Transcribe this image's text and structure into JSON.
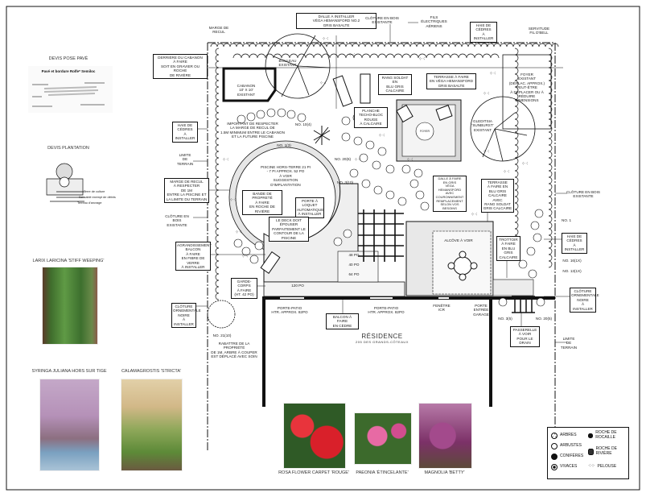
{
  "details": {
    "paving_title": "Devis pose pavé",
    "paving_caption": "Pavé et bordure Rolfe* Semiloc",
    "planting_title": "Devis plantation",
    "planting_notes": [
      "Terre de culture",
      "Sol sablé exempt de débris",
      "Terreau d'ancrage"
    ]
  },
  "plants": {
    "larix": "Larix laricina 'Stiff Weeping'",
    "syringa": "Syringa juliana hors sur tige",
    "calamagrostis": "Calamagrostis 'Stricta'",
    "rosa": "Rosa Flower Carpet 'Rouge'",
    "paeonia": "Paeonia 'Étincelante'",
    "magnolia": "Magnolia 'Betty'"
  },
  "residence": {
    "title": "Résidence",
    "address": "205 des Grands-Côteaux"
  },
  "callouts": {
    "marge_recul": "Marge de recul",
    "dalle": "Dalle à installer\nVéga Hemansford no.2\ngris basalte",
    "cloture_haut": "Clôture en bois\nexistante",
    "fils": "Fils\nélectriques\naériens",
    "haie_haut": "Haie de cèdres\nà\ninstaller",
    "servitude": "Servitude\nfil d'Bell",
    "derriere_cabanon": "Derrière du cabanon\nà faire\nsoit en gravier ou roche\nde rivière",
    "cabanon": "Cabanon\n10' x 10'\nexistant",
    "bouleau": "Bouleau\nexistant",
    "rang_soldat": "Rang soldat\nen\nblu gris calcaire",
    "terrasse_vega": "Terrasse à faire\nen Véga Hemansford\ngris basalte",
    "foyer_existant": "Foyer\nexistant\n(déplac. approx.)\npeut-être\nà déplacer ou à\nréduire\ndimensions",
    "gleditsia": "Gleditsia 'Sunburst'\nexistant",
    "foyer": "Foyer",
    "planche": "Planche Techo-Bloc\nrouge\nà calcaire",
    "haie_gauche": "Haie de cèdres\nà\ninstaller",
    "important": "Important de respecter\nla marge de recul de\n1.5m minimum entre le cabanon\net la future piscine",
    "limite_gauche": "Limite\nde\nterrain",
    "marge_piscine": "Marge de recul\nà respecter\nde 1m\nentre la piscine et\nla limite du terrain",
    "piscine": "Piscine hors-terre 21 pi\n- 7 pi approx. 52 po\nà voir\nsuggestion d'implantation",
    "bande": "Bande de propreté\nà faire\nen roche de rivière",
    "porte_loquet": "Porte à loquet\nautomatique\nà installer",
    "cloture_gauche": "Clôture en bois\nexistante",
    "deck": "Le deck doit épouser\nparfaitement le\ncontour de la\npiscine",
    "agrandissement": "Agrandissement\nbalcon\nà faire\nen fibre de verre\nà installer",
    "garde_corps": "Garde-corps\nà faire\n(ht. 42 po)",
    "cloture_orn_gauche": "Clôture\nornementale\nnoire\nà installer",
    "no_2110": "No. 21(10)",
    "baisser": "Rabattre de la propriété\nde 1m, arbre à couper\nest déplacé avec soin",
    "porte_patio_1": "Porte-patio\nhtr. approx. 82po",
    "porte_patio_2": "Porte-patio\nhtr. approx. 82po",
    "balcon_cedre": "Balcon à faire\nen cèdre",
    "fenetre": "Fenêtre\nICR",
    "porte_garage": "Porte\nentrée\ngarage",
    "dalle_alcove": "Dalle à faire\nen gris\nVéga Hemansford\navec couronnement\nremplacement\nselon vos\nbesoins",
    "terrasse_blu": "Terrasse\nà faire en\nblu gris calcaire\navec\nrang soldat\ngris calcaire",
    "alcove": "Alcôve à voir",
    "trottoir": "Trottoir\nà faire\nen blu gris\ncalcaire",
    "cloture_droite": "Clôture en bois\nexistante",
    "haie_droite": "Haie de cèdres\nà\ninstaller",
    "cloture_orn_droite": "Clôture\nornementale\nnoire\nà installer",
    "passerelle": "Passerelle à voir\npour le drain",
    "limite_droite": "Limite\nde\nterrain",
    "no_1": "No. 1(3)",
    "no_2": "No. 10(4)",
    "no_3": "No. 3(10)",
    "no_4": "No. 20(6)",
    "no_5": "No. 1",
    "no_6": "No. 16(1x)",
    "no_7": "No. 13(1x)",
    "no_8": "No. 3(5)",
    "no_9": "No. 20(5)",
    "dim_deck": "120 po",
    "dim_step1": "48 po",
    "dim_step2": "40 po",
    "dim_step3": "64 po"
  },
  "legend": {
    "items": [
      "Arbres",
      "Arbustes",
      "Conifères",
      "Vivaces",
      "Roche de rocaille",
      "Roche de rivière",
      "Pelouse"
    ]
  },
  "colors": {
    "line": "#111111",
    "paving": "#d8d8d8",
    "grass_green": "#4f7d3a",
    "lilac": "#b59bc6",
    "rose_red": "#d0202a",
    "peony_pink": "#d24d8f",
    "magnolia": "#8d3a78"
  }
}
